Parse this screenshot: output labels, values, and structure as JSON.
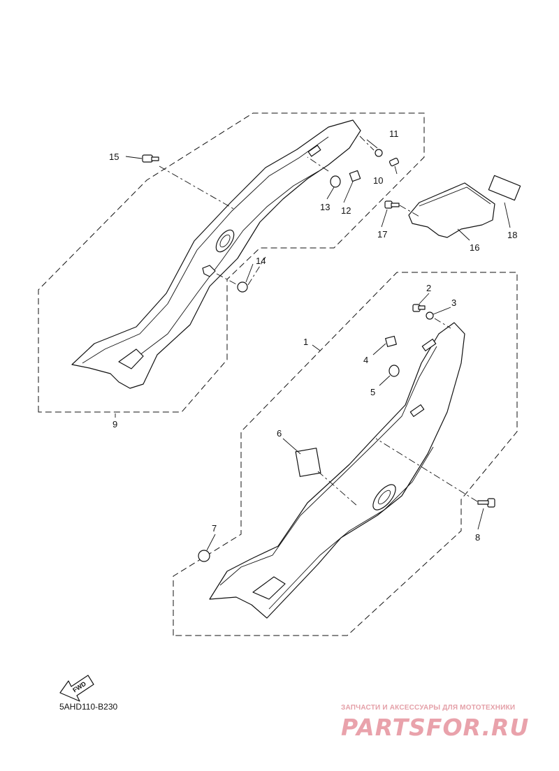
{
  "diagram_code": "5AHD110-B230",
  "fwd_arrow_label": "FWD",
  "callouts": {
    "c1": "1",
    "c2": "2",
    "c3": "3",
    "c4": "4",
    "c5": "5",
    "c6": "6",
    "c7": "7",
    "c8": "8",
    "c9": "9",
    "c10": "10",
    "c11": "11",
    "c12": "12",
    "c13": "13",
    "c14": "14",
    "c15": "15",
    "c16": "16",
    "c17": "17",
    "c18": "18"
  },
  "watermark": {
    "tagline": "ЗАПЧАСТИ И АКСЕССУАРЫ ДЛЯ МОТОТЕХНИКИ",
    "brand": "PARTSFOR.RU",
    "color": "#e9a2ab"
  }
}
